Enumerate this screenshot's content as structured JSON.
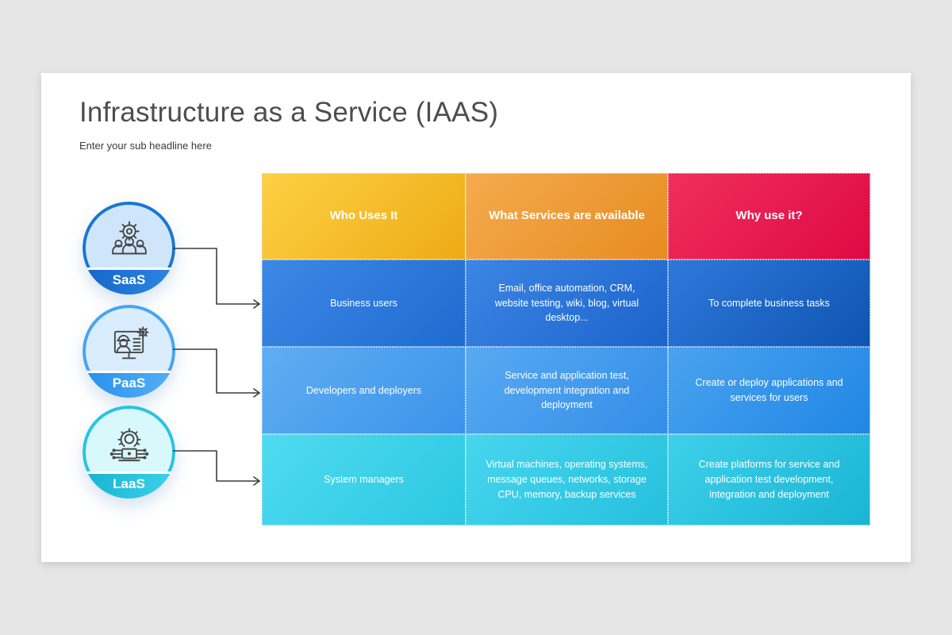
{
  "slide": {
    "title": "Infrastructure as a Service (IAAS)",
    "subtitle": "Enter your sub headline here"
  },
  "categories": [
    {
      "label": "SaaS",
      "icon": "team-gear-icon",
      "ring_color": "#1976d5",
      "band_color": "#1e78dc",
      "fill_color": "#cfe6fa"
    },
    {
      "label": "PaaS",
      "icon": "developer-monitor-icon",
      "ring_color": "#46a4f2",
      "band_color": "#2e97f0",
      "fill_color": "#d9edfe"
    },
    {
      "label": "LaaS",
      "icon": "engineer-laptop-icon",
      "ring_color": "#27c4e0",
      "band_color": "#25c0dd",
      "fill_color": "#d9f8fc"
    }
  ],
  "table": {
    "headers": [
      "Who Uses It",
      "What Services are available",
      "Why use it?"
    ],
    "header_colors": [
      "#f3b82c",
      "#ed9a37",
      "#e61c50"
    ],
    "row_colors": [
      "#2271d6",
      "#3d95ea",
      "#2cc7e2"
    ],
    "rows": [
      {
        "category": "SaaS",
        "who": "Business users",
        "services": "Email, office automation, CRM, website testing, wiki, blog, virtual desktop...",
        "why": "To complete business tasks"
      },
      {
        "category": "PaaS",
        "who": "Developers and deployers",
        "services": "Service and application test, development integration and deployment",
        "why": "Create or deploy applications and services for users"
      },
      {
        "category": "LaaS",
        "who": "System managers",
        "services": "Virtual machines, operating systems, message queues, networks, storage CPU, memory, backup services",
        "why": "Create platforms for service and application test development, integration and deployment"
      }
    ]
  }
}
